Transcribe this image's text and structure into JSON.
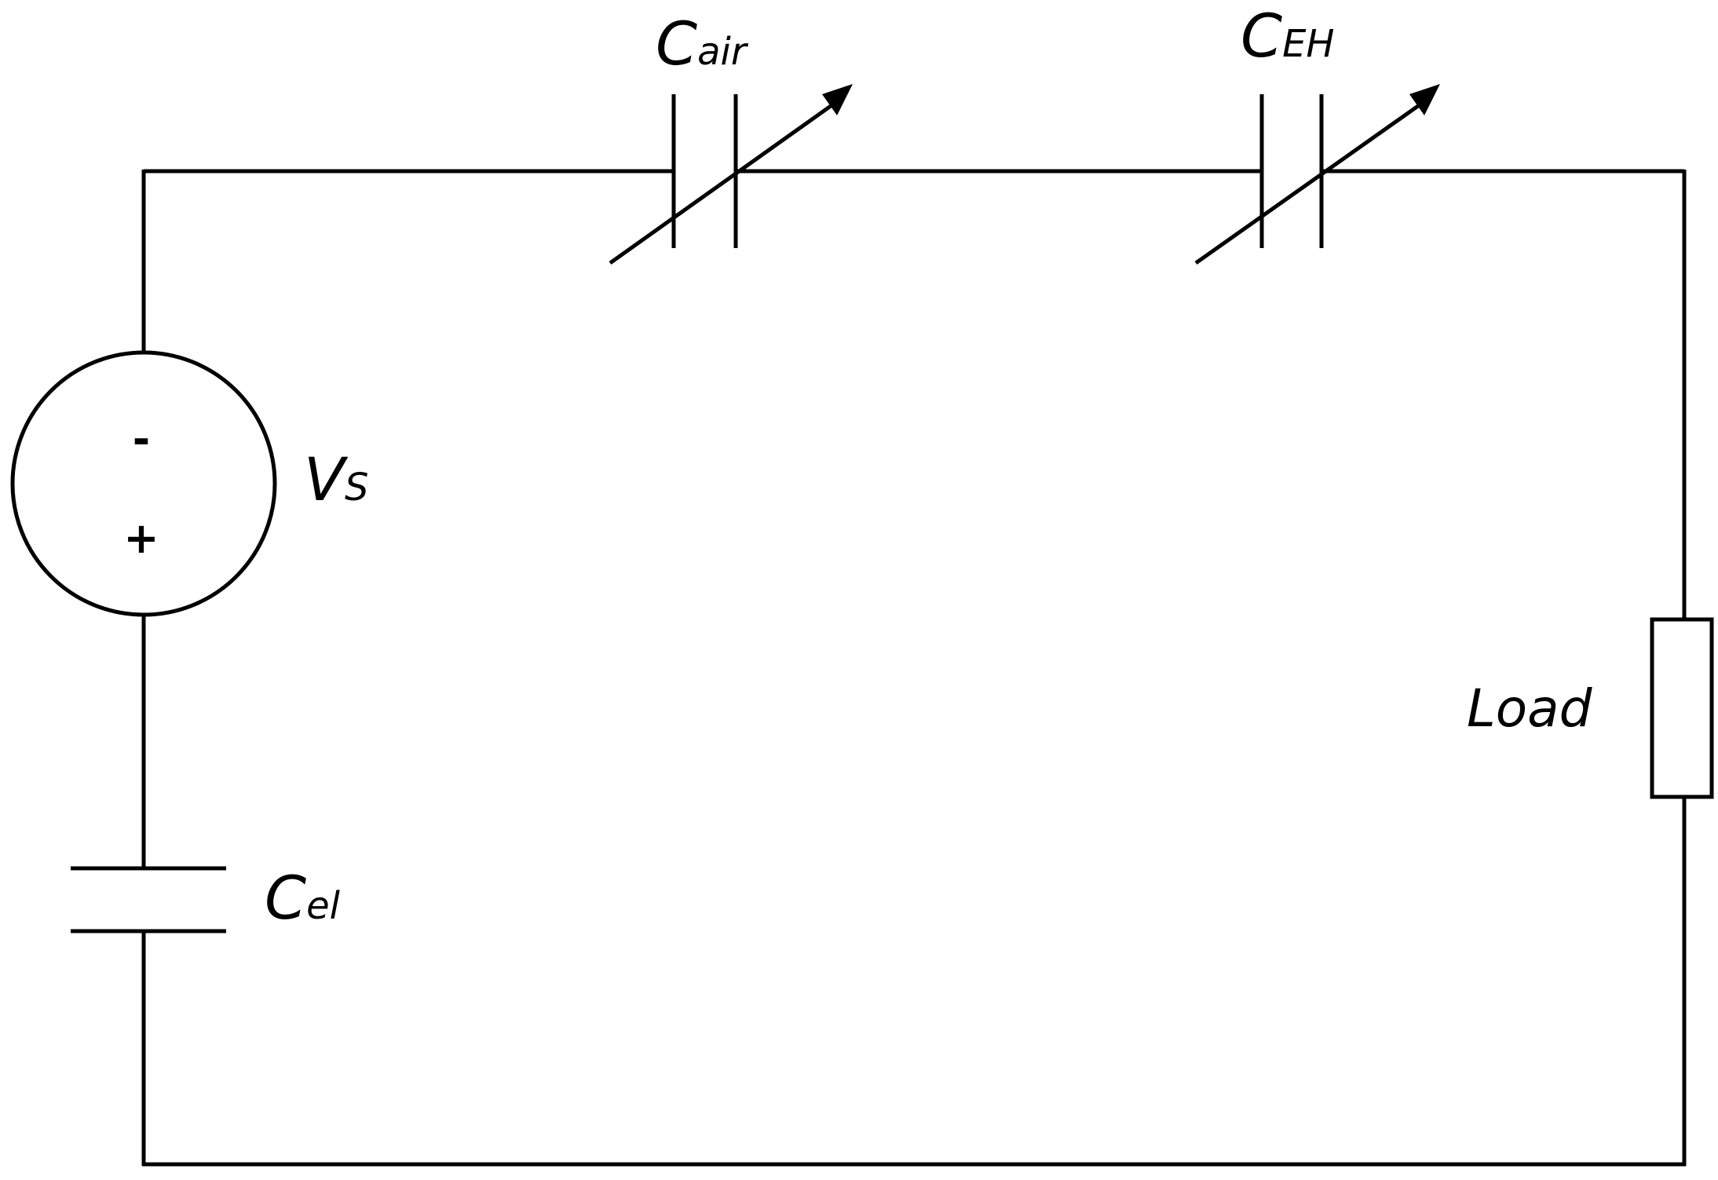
{
  "diagram": {
    "components": {
      "c_air": {
        "symbol": "C",
        "subscript": "air",
        "kind": "variable-capacitor"
      },
      "c_eh": {
        "symbol": "C",
        "subscript": "EH",
        "kind": "variable-capacitor"
      },
      "v_s": {
        "symbol": "V",
        "subscript": "S",
        "kind": "voltage-source",
        "minus_sign": "-",
        "plus_sign": "+"
      },
      "c_el": {
        "symbol": "C",
        "subscript": "el",
        "kind": "capacitor"
      },
      "load": {
        "label": "Load",
        "kind": "resistor"
      }
    },
    "colors": {
      "stroke": "#000000",
      "background": "#ffffff"
    }
  }
}
